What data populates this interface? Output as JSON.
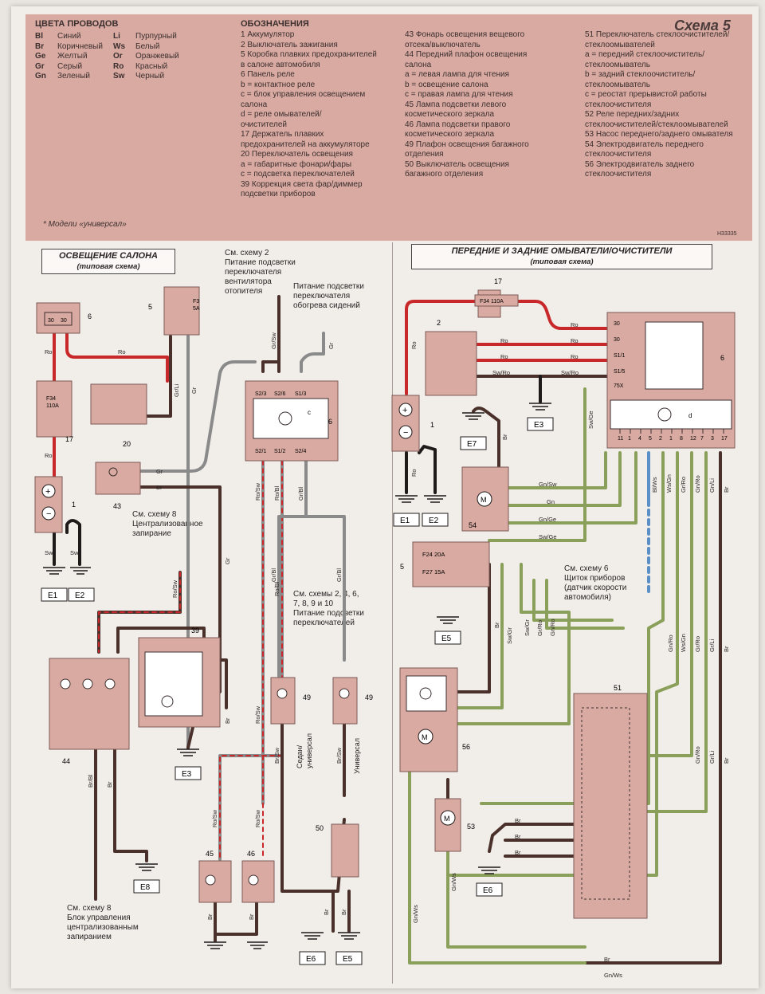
{
  "header": {
    "scheme_title": "Схема 5",
    "wire_colors_title": "ЦВЕТА ПРОВОДОВ",
    "wire_colors": [
      {
        "code": "Bl",
        "name": "Синий"
      },
      {
        "code": "Br",
        "name": "Коричневый"
      },
      {
        "code": "Ge",
        "name": "Желтый"
      },
      {
        "code": "Gr",
        "name": "Серый"
      },
      {
        "code": "Gn",
        "name": "Зеленый"
      },
      {
        "code": "Li",
        "name": "Пурпурный"
      },
      {
        "code": "Ws",
        "name": "Белый"
      },
      {
        "code": "Or",
        "name": "Оранжевый"
      },
      {
        "code": "Ro",
        "name": "Красный"
      },
      {
        "code": "Sw",
        "name": "Черный"
      }
    ],
    "footnote": "* Модели «универсал»",
    "legend_title": "ОБОЗНАЧЕНИЯ",
    "col1": [
      "1  Аккумулятор",
      "2  Выключатель зажигания",
      "5  Коробка плавких предохранителей",
      "    в салоне автомобиля",
      "6  Панель реле",
      "    b = контактное реле",
      "    c = блок управления освещением",
      "    салона",
      "    d = реле омывателей/",
      "    очистителей",
      "17  Держатель плавких",
      "    предохранителей на аккумуляторе",
      "20  Переключатель освещения",
      "    a = габаритные фонари/фары",
      "    c = подсветка переключателей",
      "39  Коррекция света фар/диммер",
      "    подсветки приборов"
    ],
    "col2": [
      "43  Фонарь освещения вещевого",
      "    отсека/выключатель",
      "44  Передний плафон освещения",
      "    салона",
      "    a = левая лампа для чтения",
      "    b = освещение салона",
      "    c = правая лампа для чтения",
      "45  Лампа подсветки левого",
      "    косметического зеркала",
      "46  Лампа подсветки правого",
      "    косметического зеркала",
      "49  Плафон освещения багажного",
      "    отделения",
      "50  Выключатель освещения",
      "    багажного отделения"
    ],
    "col3": [
      "51  Переключатель стеклоочистителей/",
      "    стеклоомывателей",
      "    a = передний стеклоочиститель/",
      "    стеклоомыватель",
      "    b = задний стеклоочиститель/",
      "    стеклоомыватель",
      "    c = реостат прерывистой работы",
      "    стеклоочистителя",
      "52  Реле передних/задних",
      "    стеклоочистителей/стеклоомывателей",
      "53  Насос переднего/заднего омывателя",
      "54  Электродвигатель переднего",
      "    стеклоочистителя",
      "56  Электродвигатель заднего",
      "    стеклоочистителя"
    ],
    "code": "H33335"
  },
  "left": {
    "title": "ОСВЕЩЕНИЕ САЛОНА",
    "subtitle": "(типовая схема)",
    "notes": {
      "n1": "См. схему 2\nПитание подсветки\nпереключателя\nвентилятора\nотопителя",
      "n2": "Питание подсветки\nпереключателя\nобогрева сидений",
      "n3": "См. схему 8\nЦентрализованное\nзапирание",
      "n4": "См. схемы 2, 4, 6,\n7, 8, 9 и 10\nПитание подсветки\nпереключателей",
      "n5": "См. схему 8\nБлок управления\nцентрализованным\nзапиранием"
    },
    "components": [
      "6",
      "5",
      "17",
      "20",
      "43",
      "1",
      "6",
      "39",
      "44",
      "49",
      "49",
      "45",
      "46",
      "50"
    ],
    "fuses": {
      "f34": "F34\n110A",
      "f3": "F3\n5A"
    },
    "grounds": [
      "E1",
      "E2",
      "E3",
      "E8",
      "E6",
      "E5"
    ],
    "pins": {
      "s23": "S2/3",
      "s26": "S2/6",
      "s13": "S1/3",
      "s21": "S2/1",
      "s12": "S1/2",
      "s24": "S2/4",
      "c": "c"
    },
    "wire_labels": {
      "ro": "Ro",
      "gr": "Gr",
      "br": "Br",
      "sw": "Sw",
      "grl": "Gr/Li",
      "grsw": "Gr/Sw",
      "rosw": "Ro/Sw",
      "robl": "Ro/Bl",
      "grbl": "Gr/Bl",
      "brbl": "Br/Bl",
      "brsw": "Br/Sw"
    },
    "vertical_labels": {
      "sedan": "Седан/\nуниверсал",
      "universal": "Универсал"
    }
  },
  "right": {
    "title": "ПЕРЕДНИЕ И ЗАДНИЕ ОМЫВАТЕЛИ/ОЧИСТИТЕЛИ",
    "subtitle": "(типовая схема)",
    "notes": {
      "n1": "См. схему 6\nЩиток приборов\n(датчик скорости\nавтомобиля)"
    },
    "fuses": {
      "f34": "F34 110A",
      "f24": "F24 20A",
      "f27": "F27 15A"
    },
    "components": [
      "17",
      "2",
      "6",
      "1",
      "54",
      "5",
      "56",
      "53",
      "51"
    ],
    "grounds": [
      "E3",
      "E7",
      "E1",
      "E2",
      "E5",
      "E6"
    ],
    "pins": {
      "p30": "30",
      "p15": "S1/1",
      "p151": "S1/5",
      "p75": "75X",
      "d": "d"
    },
    "bottom_pins": [
      "11",
      "1",
      "4",
      "5",
      "2",
      "1",
      "8",
      "12",
      "7",
      "3",
      "17"
    ],
    "wire_labels": {
      "ro": "Ro",
      "swro": "Sw/Ro",
      "gnsw": "Gn/Sw",
      "gn": "Gn",
      "gnge": "Gn/Ge",
      "swge": "Sw/Ge",
      "blws": "Bl/Ws",
      "wsgn": "Ws/Gn",
      "grro": "Gr/Ro",
      "gnro": "Gn/Ro",
      "grli": "Gr/Li",
      "gnli": "Gn/Li",
      "br": "Br",
      "gnws": "Gn/Ws",
      "swgr": "Sw/Gr"
    }
  },
  "colors": {
    "pink": "#d9aaa1",
    "red": "#c8282a",
    "brown": "#4a302a",
    "grey": "#8a8a8a",
    "green": "#8aa05a",
    "blue": "#5a8fc8",
    "black": "#1e1a1a"
  }
}
